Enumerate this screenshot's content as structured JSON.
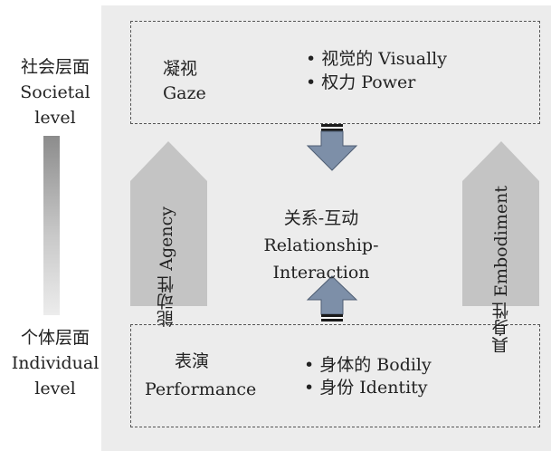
{
  "left_axis": {
    "top_zh": "社会层面",
    "top_en_1": "Societal",
    "top_en_2": "level",
    "bottom_zh": "个体层面",
    "bottom_en_1": "Individual",
    "bottom_en_2": "level"
  },
  "gaze_box": {
    "title_zh": "凝视",
    "title_en": "Gaze",
    "items": [
      "• 视觉的 Visually",
      "• 权力 Power"
    ]
  },
  "center": {
    "line1": "关系-互动",
    "line2": "Relationship-",
    "line3": "Interaction"
  },
  "left_arrow": {
    "label": "能动性  Agency"
  },
  "right_arrow": {
    "label": "具身性  Embodiment"
  },
  "performance_box": {
    "title_zh": "表演",
    "title_en": "Performance",
    "items": [
      "• 身体的 Bodily",
      "• 身份 Identity"
    ]
  },
  "colors": {
    "panel": "#ececec",
    "small_arrow_fill": "#7d8fa8",
    "big_arrow_fill": "#c4c4c4",
    "gradient_top": "#8c8c8c",
    "gradient_bottom": "#ececec"
  }
}
